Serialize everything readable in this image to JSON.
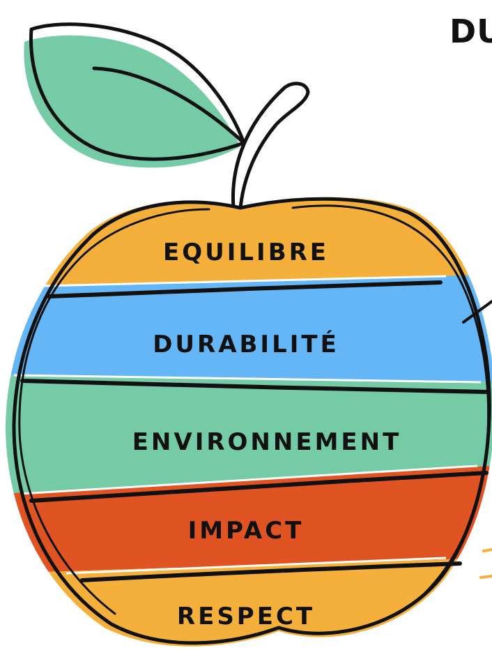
{
  "heading_fragment": "DU",
  "bands": [
    {
      "label": "EQUILIBRE",
      "color": "#F5B03C"
    },
    {
      "label": "DURABILITÉ",
      "color": "#65B6F7"
    },
    {
      "label": "ENVIRONNEMENT",
      "color": "#74CBA6"
    },
    {
      "label": "IMPACT",
      "color": "#E05322"
    },
    {
      "label": "RESPECT",
      "color": "#F5B03C"
    }
  ],
  "colors": {
    "leaf": "#74CBA6",
    "outline": "#111111",
    "accent_marks": "#F5B03C"
  }
}
